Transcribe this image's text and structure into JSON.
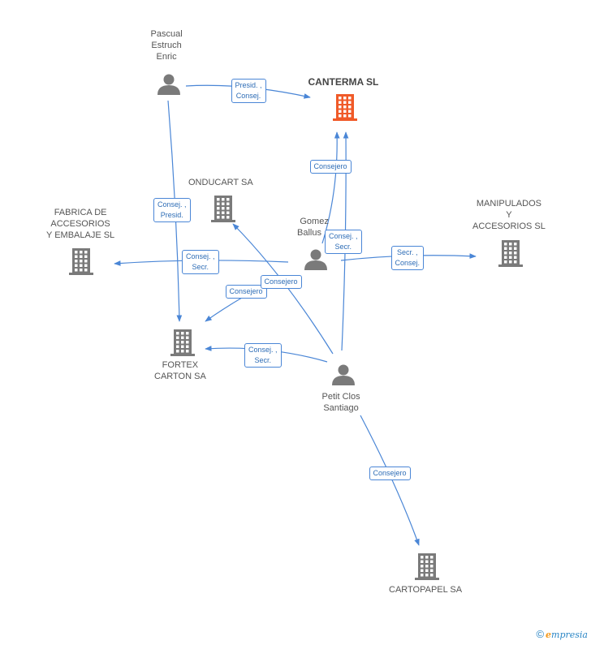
{
  "nodes": [
    {
      "id": "canterma",
      "type": "company",
      "focus": true,
      "label_lines": [
        "CANTERMA SL"
      ]
    },
    {
      "id": "pascual",
      "type": "person",
      "label_lines": [
        "Pascual",
        "Estruch",
        "Enric"
      ]
    },
    {
      "id": "onducart",
      "type": "company",
      "label_lines": [
        "ONDUCART SA"
      ]
    },
    {
      "id": "fabrica",
      "type": "company",
      "label_lines": [
        "FABRICA DE",
        "ACCESORIOS",
        "Y EMBALAJE SL"
      ]
    },
    {
      "id": "gomez",
      "type": "person",
      "label_lines": [
        "Gomez",
        "Ballus ..."
      ]
    },
    {
      "id": "manipulados",
      "type": "company",
      "label_lines": [
        "MANIPULADOS",
        "Y",
        "ACCESORIOS SL"
      ]
    },
    {
      "id": "fortex",
      "type": "company",
      "label_lines": [
        "FORTEX",
        "CARTON SA"
      ]
    },
    {
      "id": "petit",
      "type": "person",
      "label_lines": [
        "Petit Clos",
        "Santiago"
      ]
    },
    {
      "id": "cartopapel",
      "type": "company",
      "label_lines": [
        "CARTOPAPEL SA"
      ]
    }
  ],
  "relations": [
    {
      "id": "pascual-canterma",
      "from": "pascual",
      "to": "canterma",
      "label_lines": [
        "Presid. ,",
        "Consej."
      ]
    },
    {
      "id": "pascual-fortex",
      "from": "pascual",
      "to": "fortex",
      "label_lines": [
        "Consej. ,",
        "Presid."
      ]
    },
    {
      "id": "gomez-canterma",
      "from": "gomez",
      "to": "canterma",
      "label_lines": [
        "Consejero"
      ]
    },
    {
      "id": "gomez-fabrica",
      "from": "gomez",
      "to": "fabrica",
      "label_lines": [
        "Consej. ,",
        "Secr."
      ]
    },
    {
      "id": "gomez-manipulados",
      "from": "gomez",
      "to": "manipulados",
      "label_lines": [
        "Secr. ,",
        "Consej."
      ]
    },
    {
      "id": "gomez-fortex",
      "from": "gomez",
      "to": "fortex",
      "label_lines": [
        "Consejero"
      ]
    },
    {
      "id": "petit-canterma",
      "from": "petit",
      "to": "canterma",
      "label_lines": [
        "Consej. ,",
        "Secr."
      ]
    },
    {
      "id": "petit-onducart",
      "from": "petit",
      "to": "onducart",
      "label_lines": [
        "Consejero"
      ]
    },
    {
      "id": "petit-fortex",
      "from": "petit",
      "to": "fortex",
      "label_lines": [
        "Consej. ,",
        "Secr."
      ]
    },
    {
      "id": "petit-cartopapel",
      "from": "petit",
      "to": "cartopapel",
      "label_lines": [
        "Consejero"
      ]
    }
  ],
  "colors": {
    "edge": "#4a86d6",
    "company": "#7a7a7a",
    "focus_company": "#f05a28",
    "person": "#7a7a7a"
  },
  "icons": {
    "company": "building-icon",
    "person": "person-icon"
  },
  "footer": {
    "copyright": "©",
    "brand_initial": "e",
    "brand_rest": "mpresia"
  }
}
